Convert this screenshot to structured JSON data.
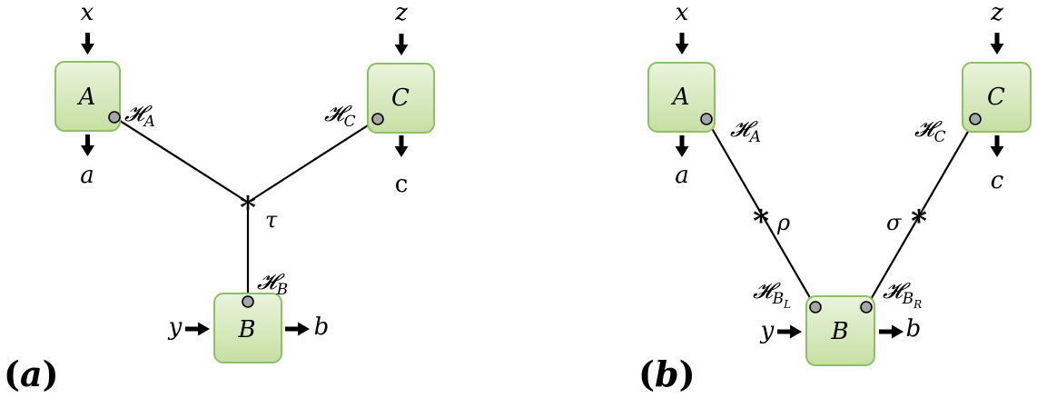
{
  "colors": {
    "box_fill_top": "#e8f3d8",
    "box_fill_bottom": "#c8e0a6",
    "box_stroke": "#8cc063",
    "node_fill": "#a6a6a6",
    "line": "#000000"
  },
  "panel_a": {
    "label_paren_open": "(",
    "label_letter": "a",
    "label_paren_close": ")",
    "box_A": "A",
    "box_B": "B",
    "box_C": "C",
    "input_x": "x",
    "input_y": "y",
    "input_z": "z",
    "output_a": "a",
    "output_b": "b",
    "output_c": "c",
    "port_HA_main": "𝓗",
    "port_HA_sub": "A",
    "port_HB_main": "𝓗",
    "port_HB_sub": "B",
    "port_HC_main": "𝓗",
    "port_HC_sub": "C",
    "star": "*",
    "state_tau": "τ"
  },
  "panel_b": {
    "label_paren_open": "(",
    "label_letter": "b",
    "label_paren_close": ")",
    "box_A": "A",
    "box_B": "B",
    "box_C": "C",
    "input_x": "x",
    "input_y": "y",
    "input_z": "z",
    "output_a": "a",
    "output_b": "b",
    "output_c": "c",
    "port_HA_main": "𝓗",
    "port_HA_sub": "A",
    "port_HBL_main": "𝓗",
    "port_HBL_sub": "B",
    "port_HBL_subsub": "L",
    "port_HBR_main": "𝓗",
    "port_HBR_sub": "B",
    "port_HBR_subsub": "R",
    "port_HC_main": "𝓗",
    "port_HC_sub": "C",
    "star_rho": "*",
    "star_sigma": "*",
    "state_rho": "ρ",
    "state_sigma": "σ"
  }
}
